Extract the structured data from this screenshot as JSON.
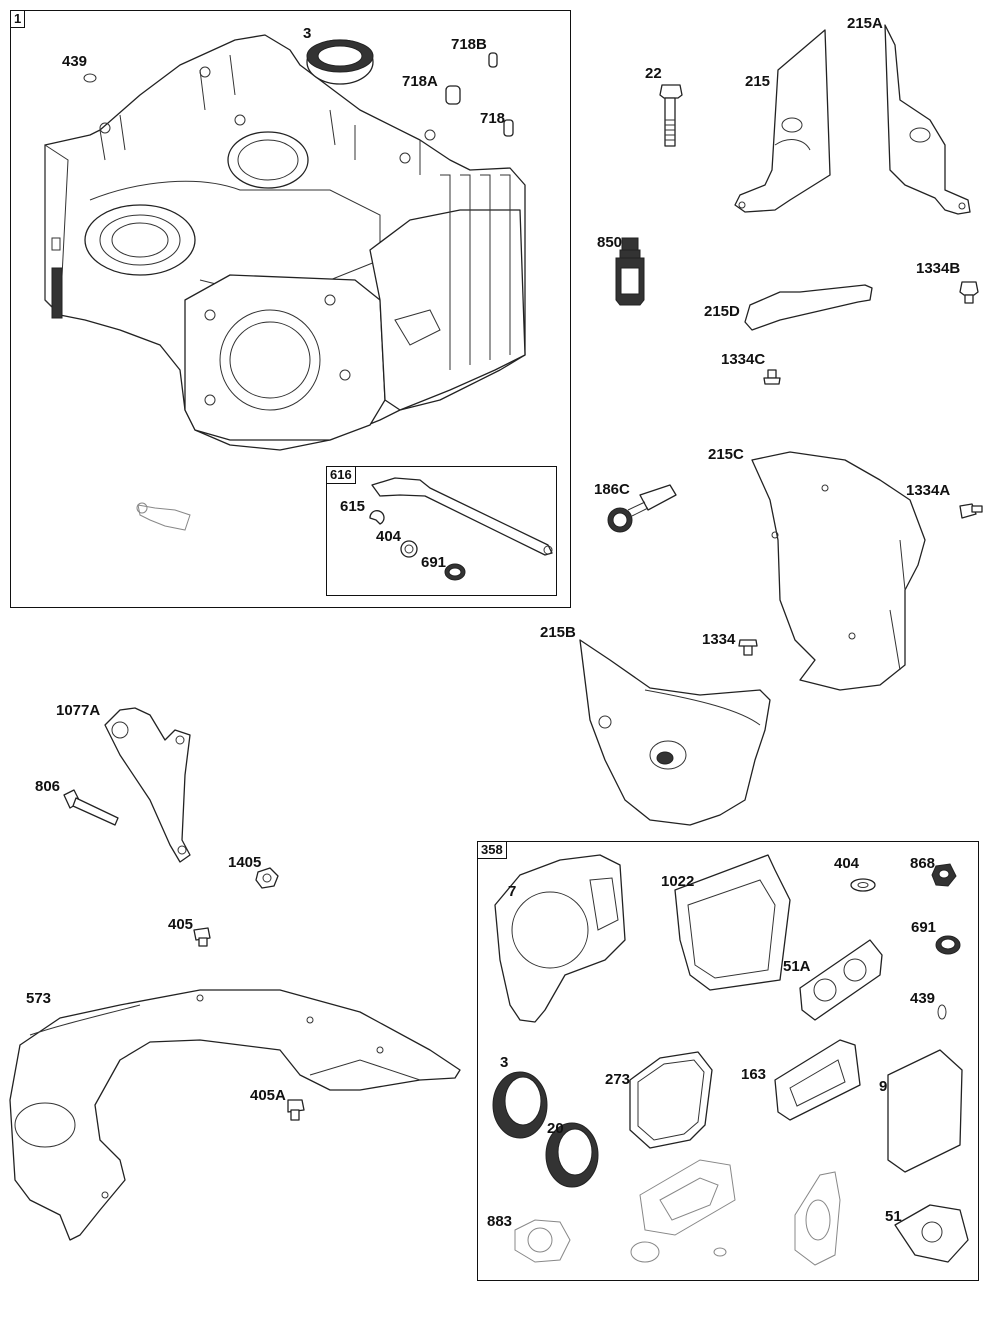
{
  "boxes": {
    "crankcase_group": "1",
    "governor_group": "616",
    "gasket_set": "358"
  },
  "labels": {
    "l3": "3",
    "l439": "439",
    "l718B": "718B",
    "l718A": "718A",
    "l718": "718",
    "l615": "615",
    "l404": "404",
    "l691": "691",
    "l22": "22",
    "l215A": "215A",
    "l215": "215",
    "l850": "850",
    "l1334B": "1334B",
    "l215D": "215D",
    "l1334C": "1334C",
    "l215C": "215C",
    "l186C": "186C",
    "l1334A": "1334A",
    "l215B": "215B",
    "l1334": "1334",
    "l1077A": "1077A",
    "l806": "806",
    "l1405": "1405",
    "l405": "405",
    "l573": "573",
    "l405A": "405A",
    "g7": "7",
    "g1022": "1022",
    "g404": "404",
    "g868": "868",
    "g691": "691",
    "g51A": "51A",
    "g439": "439",
    "g3": "3",
    "g273": "273",
    "g163": "163",
    "g9": "9",
    "g20": "20",
    "g883": "883",
    "g51": "51"
  }
}
